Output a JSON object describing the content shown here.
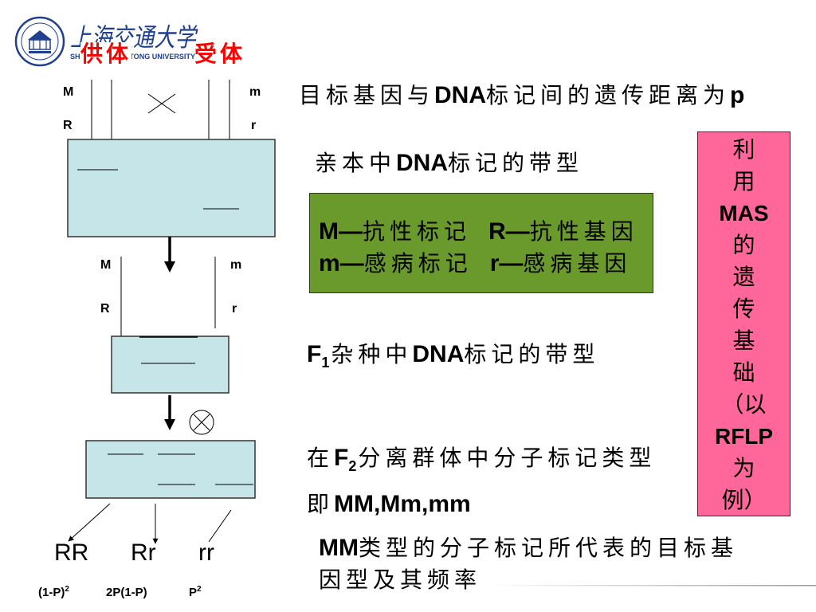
{
  "logo": {
    "seal_icon": "university-seal-icon",
    "name_cn": "上海交通大学",
    "name_en": "SHANGHAI JIAO TONG UNIVERSITY",
    "color": "#1f3f8f"
  },
  "header": {
    "donor": "供体",
    "recipient": "受体",
    "color": "#ff0000"
  },
  "diagram": {
    "parent_donor": {
      "top": "M",
      "bottom": "R"
    },
    "parent_recipient": {
      "top": "m",
      "bottom": "r"
    },
    "cross_icon": "cross-icon",
    "selfing_icon": "circled-cross-icon",
    "f1": {
      "left_top": "M",
      "left_bottom": "R",
      "right_top": "m",
      "right_bottom": "r"
    },
    "genotypes": [
      {
        "label": "RR",
        "freq": "(1-P)",
        "freq_sup": "2"
      },
      {
        "label": "Rr",
        "freq": "2P(1-P)"
      },
      {
        "label": "rr",
        "freq": "P",
        "freq_sup": "2"
      }
    ],
    "box_fill": "#c6e5e8"
  },
  "notes": {
    "distance": [
      "目标基因与",
      "DNA",
      "标记间的遗传距离为",
      "p"
    ],
    "parent_bands": [
      "亲本中",
      "DNA",
      "标记的带型"
    ],
    "legend": {
      "fill": "#6a9a2b",
      "rows": [
        [
          "M—",
          "抗性标记",
          "R—",
          "抗性基因"
        ],
        [
          "m—",
          "感病标记",
          "r—",
          "感病基因"
        ]
      ]
    },
    "f1_bands": [
      "F",
      "1",
      "杂种中",
      "DNA",
      "标记的带型"
    ],
    "f2_types": [
      "在",
      "F",
      "2",
      "分离群体中分子标记类型"
    ],
    "f2_list": [
      "即",
      "MM,Mm,mm"
    ],
    "mm_meaning": [
      "MM",
      "类型的分子标记所代表的目标基",
      "因型及其频率"
    ]
  },
  "sidebar": {
    "fill": "#ff6699",
    "lines": [
      "利",
      "用",
      "MAS",
      "的",
      "遗",
      "传",
      "基",
      "础",
      "（以",
      "RFLP",
      "为",
      "例）"
    ]
  }
}
